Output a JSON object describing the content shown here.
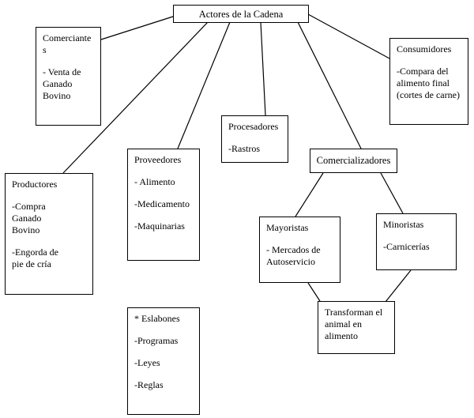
{
  "diagram": {
    "root": {
      "label": "Actores de la Cadena"
    },
    "comerciantes": {
      "title": "Comerciante\ns",
      "items": [
        "- Venta de\nGanado\nBovino"
      ]
    },
    "consumidores": {
      "title": "Consumidores",
      "items": [
        "-Compara del\nalimento final\n(cortes de carne)"
      ]
    },
    "productores": {
      "title": "Productores",
      "items": [
        "-Compra\nGanado\nBovino",
        "-Engorda de\npie de cría"
      ]
    },
    "proveedores": {
      "title": "Proveedores",
      "items": [
        "- Alimento",
        "-Medicamento",
        "-Maquinarias"
      ]
    },
    "procesadores": {
      "title": "Procesadores",
      "items": [
        "-Rastros"
      ]
    },
    "comercializadores": {
      "label": "Comercializadores"
    },
    "mayoristas": {
      "title": "Mayoristas",
      "items": [
        "- Mercados de\nAutoservicio"
      ]
    },
    "minoristas": {
      "title": "Minoristas",
      "items": [
        "-Carnicerías"
      ]
    },
    "transforman": {
      "label": "Transforman el\nanimal en\nalimento"
    },
    "eslabones": {
      "title": "* Eslabones",
      "items": [
        "-Programas",
        "-Leyes",
        "-Reglas"
      ]
    }
  }
}
